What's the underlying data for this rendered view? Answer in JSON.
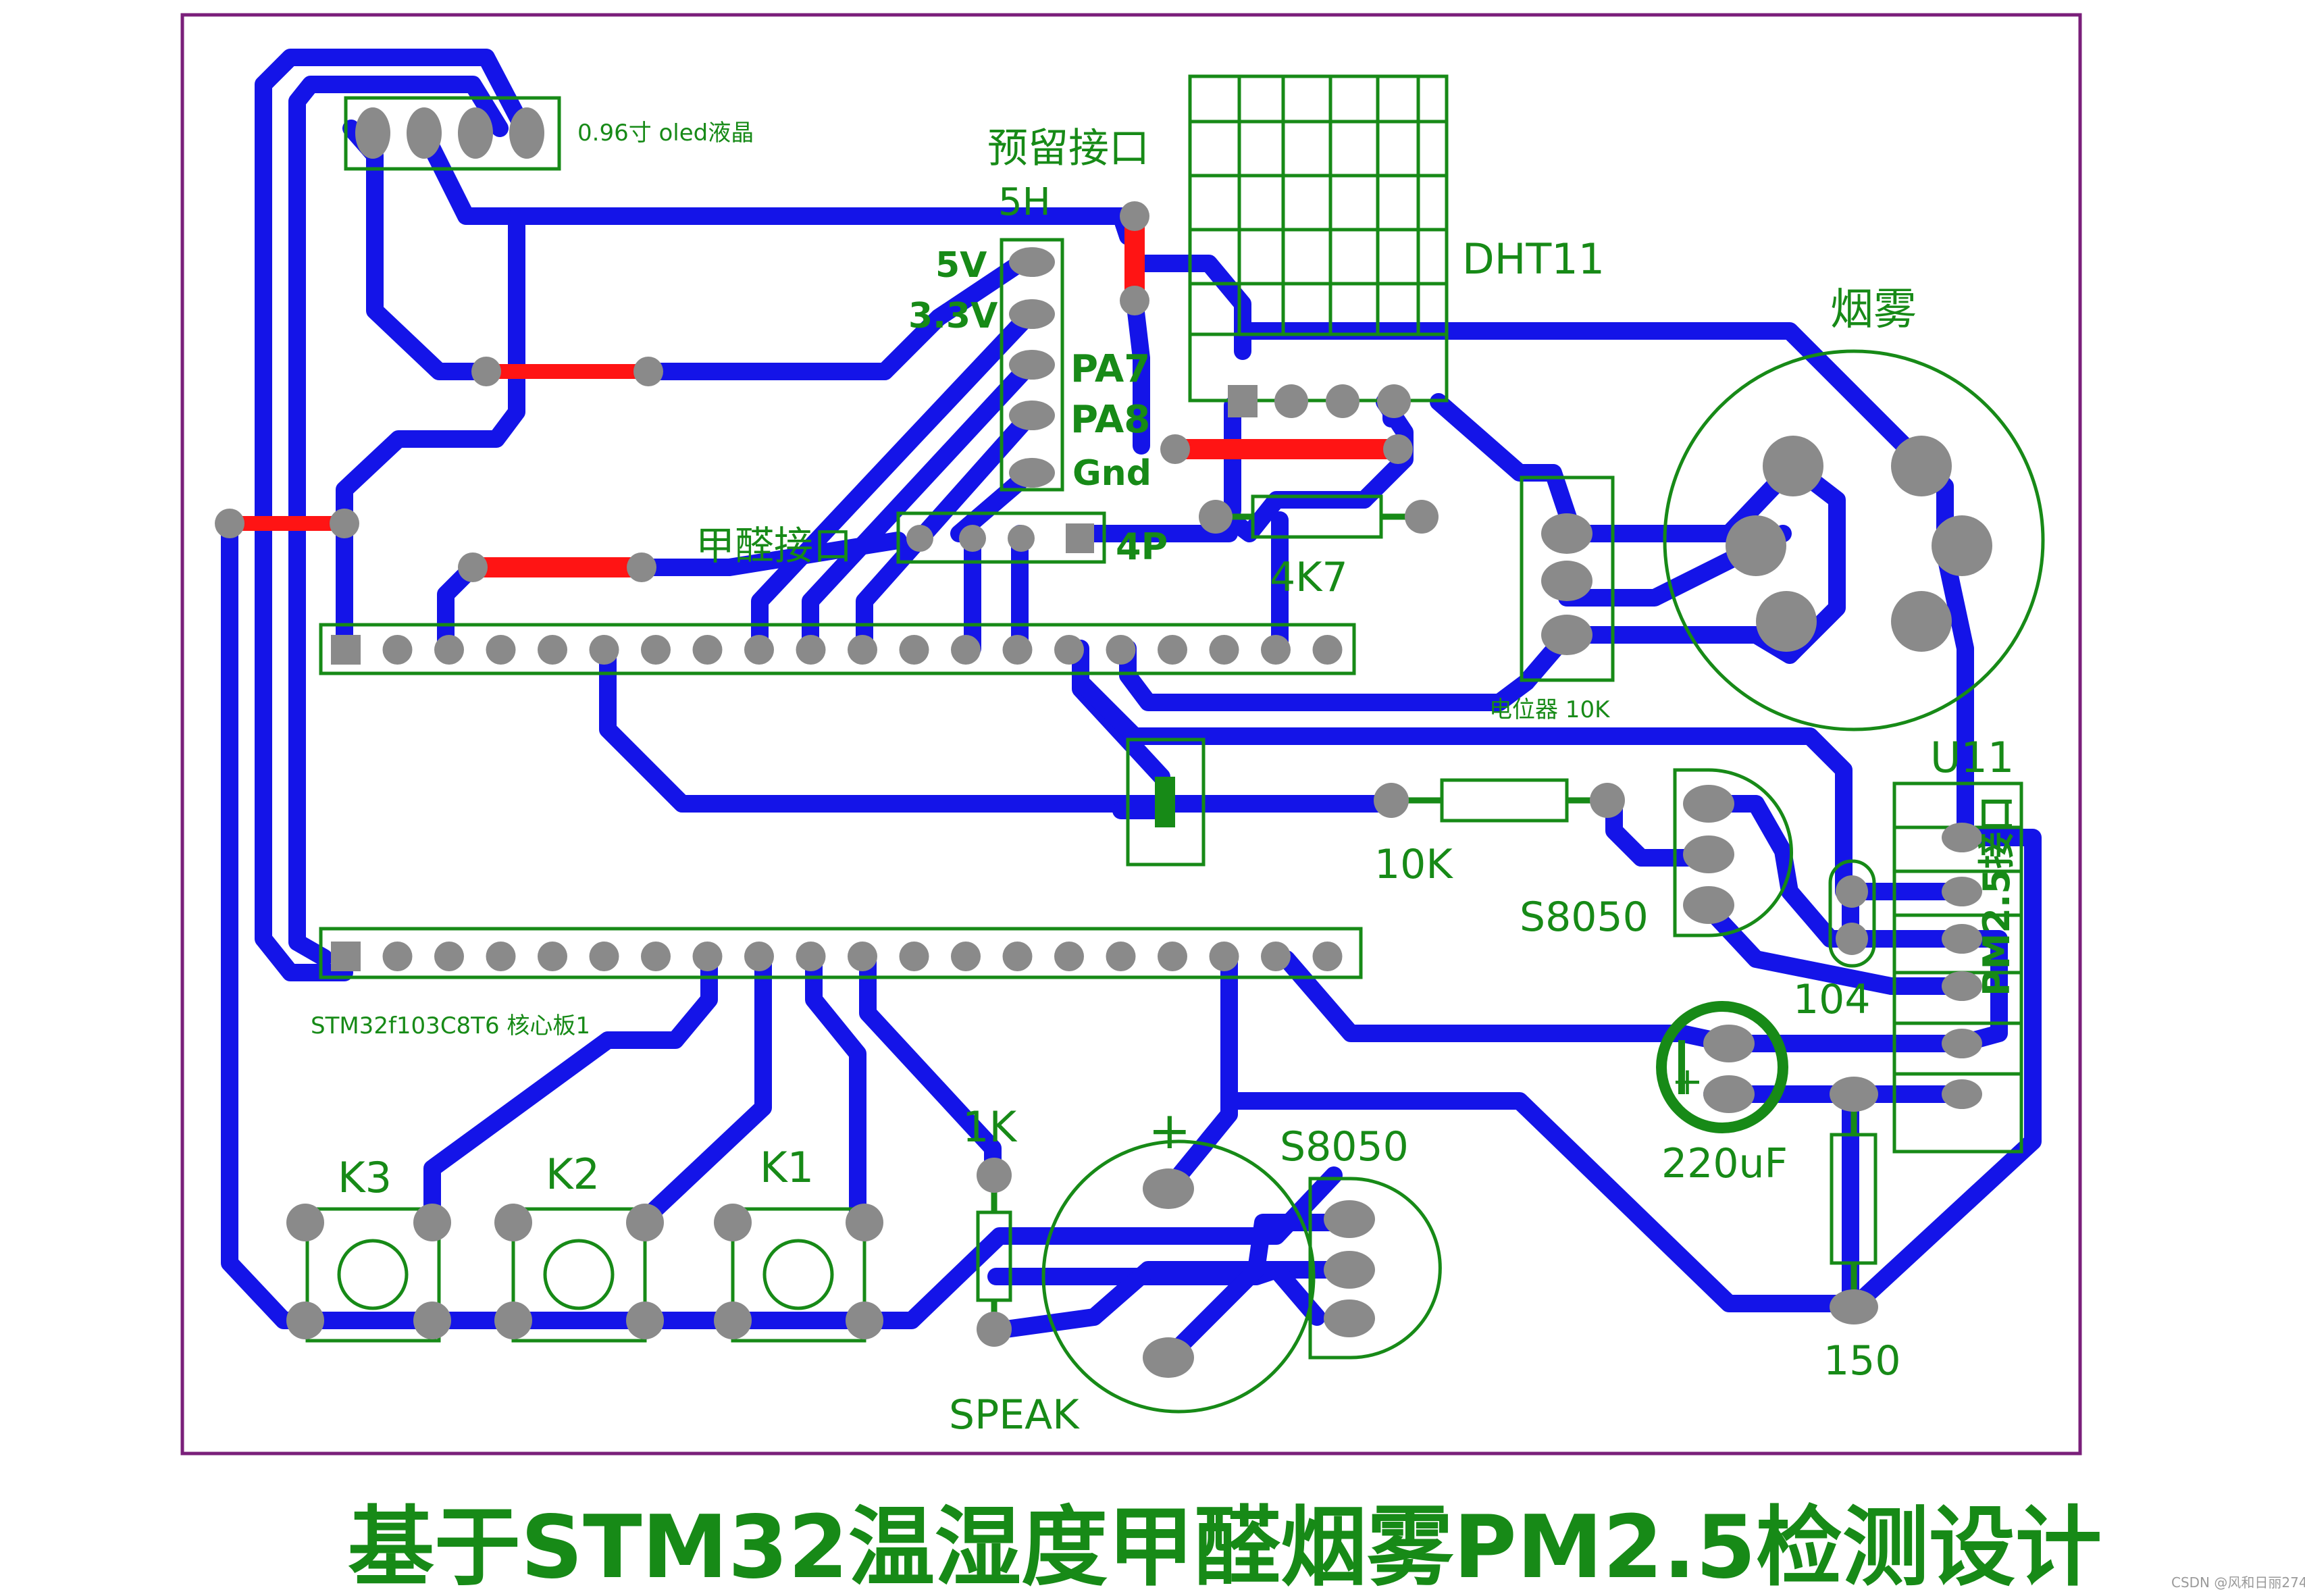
{
  "labels": {
    "oled": "0.96寸 oled液晶",
    "reserved_port": "预留接口",
    "header_5h": "5H",
    "pin_5v": "5V",
    "pin_3v3": "3.3V",
    "pin_pa7": "PA7",
    "pin_pa8": "PA8",
    "pin_gnd": "Gnd",
    "dht11": "DHT11",
    "smoke": "烟雾",
    "formaldehyde_port": "甲醛接口",
    "pin_4p": "4P",
    "res_4k7": "4K7",
    "potentiometer": "电位器 10K",
    "u11": "U11",
    "res_10k": "10K",
    "transistor_1": "S8050",
    "cap_104": "104",
    "pm25_port": "PM2.5接口",
    "cap_220uf": "220uF",
    "cap_plus": "+",
    "res_150": "150",
    "core_board": "STM32f103C8T6 核心板1",
    "key_3": "K3",
    "key_2": "K2",
    "key_1": "K1",
    "res_1k": "1K",
    "buzzer_plus": "+",
    "transistor_2": "S8050",
    "speaker": "SPEAK",
    "title": "基于STM32温湿度甲醛烟雾PM2.5检测设计",
    "watermark": "CSDN @风和日丽274"
  },
  "colors": {
    "trace": "#1414e8",
    "jumper": "#ff1414",
    "pad": "#8a8a8a",
    "silkscreen": "#178a17",
    "board_outline": "#7a1f7a"
  }
}
